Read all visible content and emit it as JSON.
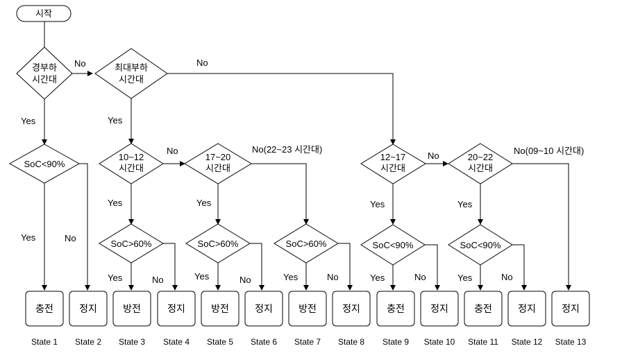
{
  "start": "시작",
  "d_light": [
    "경부하",
    "시간대"
  ],
  "d_peak": [
    "최대부하",
    "시간대"
  ],
  "d_soc90a": "SoC<90%",
  "d_1012": [
    "10~12",
    "시간대"
  ],
  "d_1720": [
    "17~20",
    "시간대"
  ],
  "d_1217": [
    "12~17",
    "시간대"
  ],
  "d_2022": [
    "20~22",
    "시간대"
  ],
  "d_soc60a": "SoC>60%",
  "d_soc60b": "SoC>60%",
  "d_soc60c": "SoC>60%",
  "d_soc90b": "SoC<90%",
  "d_soc90c": "SoC<90%",
  "labels": {
    "yes": "Yes",
    "no": "No",
    "no_2223": "No(22~23 시간대)",
    "no_0910": "No(09~10 시간대)"
  },
  "boxes": [
    "충전",
    "정지",
    "방전",
    "정지",
    "방전",
    "정지",
    "방전",
    "정지",
    "충전",
    "정지",
    "충전",
    "정지",
    "정지"
  ],
  "states": [
    "State 1",
    "State 2",
    "State 3",
    "State 4",
    "State 5",
    "State 6",
    "State 7",
    "State 8",
    "State 9",
    "State 10",
    "State 11",
    "State 12",
    "State 13"
  ]
}
